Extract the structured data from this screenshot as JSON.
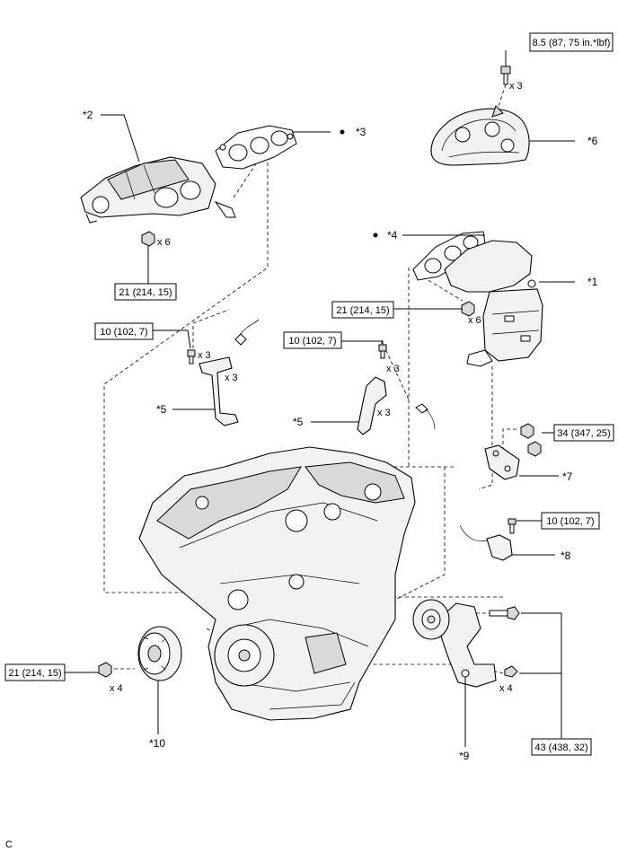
{
  "diagram": {
    "torque_specs": {
      "heat_insulator_bolt": "8.5 (87, 75 in.*lbf)",
      "manifold_nut_left": "21 (214, 15)",
      "manifold_nut_right": "21 (214, 15)",
      "coil_bolt_left": "10 (102, 7)",
      "coil_bolt_right": "10 (102, 7)",
      "bracket_bolt": "34 (347, 25)",
      "sensor_bolt": "10 (102, 7)",
      "pulley_bolt": "21 (214, 15)",
      "pump_bolt": "43 (438, 32)"
    },
    "quantities": {
      "heat_insulator_bolts": "x 3",
      "manifold_nuts_left": "x 6",
      "manifold_nuts_right": "x 6",
      "coil_bolts_left": "x 3",
      "coils_left": "x 3",
      "coil_bolts_right": "x 3",
      "coils_right": "x 3",
      "pulley_bolts": "x 4",
      "pump_bolts": "x 4"
    },
    "callouts": {
      "c1": "*1",
      "c2": "*2",
      "c3": "*3",
      "c4": "*4",
      "c5a": "*5",
      "c5b": "*5",
      "c6": "*6",
      "c7": "*7",
      "c8": "*8",
      "c9": "*9",
      "c10": "*10"
    },
    "corner_mark": "C"
  }
}
